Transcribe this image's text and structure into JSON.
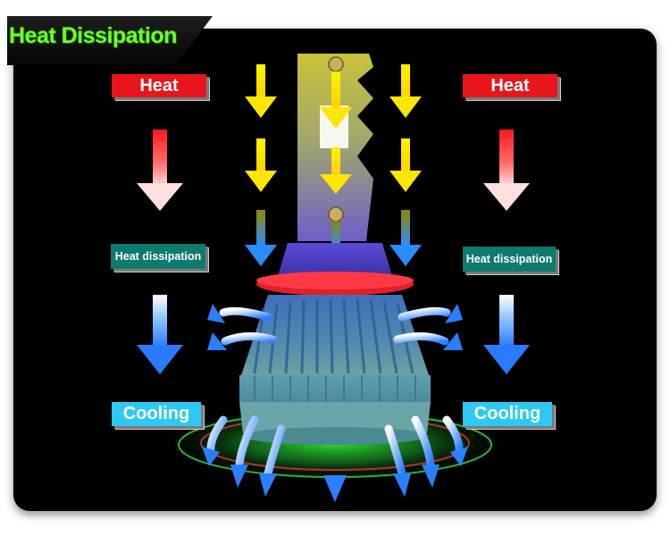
{
  "title": "Heat Dissipation",
  "labels": {
    "heat_left": "Heat",
    "heat_right": "Heat",
    "dissipation_left": "Heat dissipation",
    "dissipation_right": "Heat dissipation",
    "cooling_left": "Cooling",
    "cooling_right": "Cooling"
  },
  "colors": {
    "title": "#6cff2e",
    "heat_badge": "#e8161a",
    "dissipation_badge": "#0f7a6e",
    "cooling_badge": "#2ec9f2",
    "heat_arrow": "#ff2a2a",
    "flow_arrow": "#ffe600",
    "cool_arrow": "#2b8cff"
  },
  "icons": [
    "led-bulb-image",
    "heat-arrow-icon",
    "cooling-arrow-icon",
    "airflow-arrow-icon"
  ]
}
